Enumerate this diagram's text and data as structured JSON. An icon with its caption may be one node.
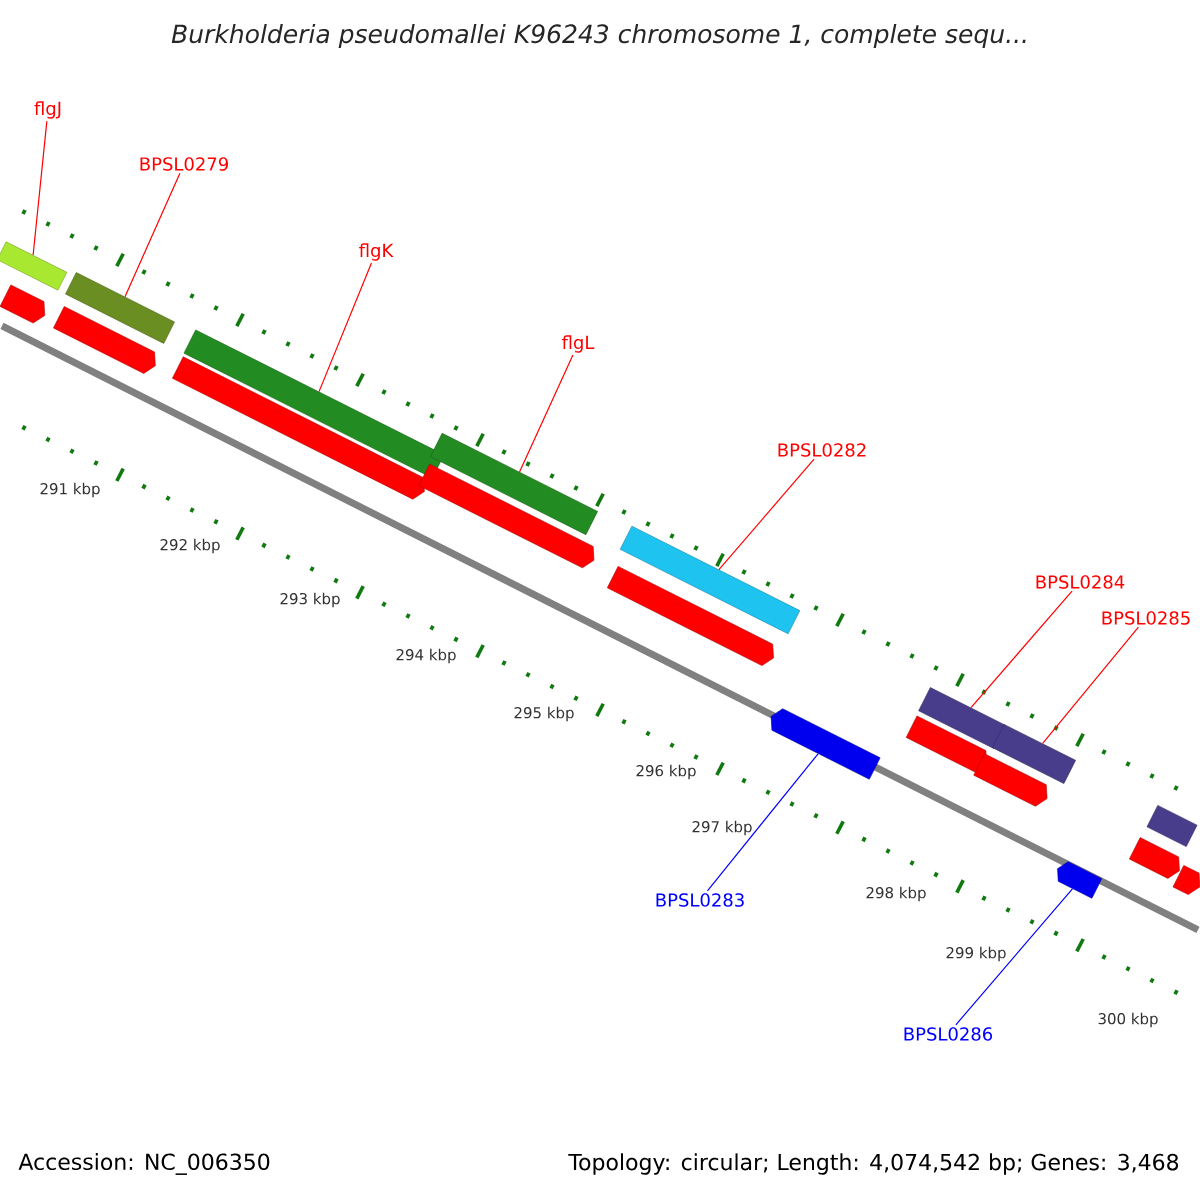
{
  "diagram": {
    "title": "Burkholderia pseudomallei K96243 chromosome 1, complete sequ...",
    "nodes": [
      {
        "text": [
          "flgJ"
        ]
      },
      {
        "text": [],
        "shape": "bar"
      },
      {
        "text": [
          "BPSL0279"
        ]
      },
      {
        "text": [],
        "shape": "bar"
      },
      {
        "text": [
          "flgK"
        ]
      },
      {
        "text": [],
        "shape": "bar"
      },
      {
        "text": [
          "flgL"
        ]
      },
      {
        "text": [],
        "shape": "bar"
      },
      {
        "text": [
          "BPSL0282"
        ]
      },
      {
        "text": [],
        "shape": "bar"
      },
      {
        "text": [
          "BPSL0284"
        ]
      },
      {
        "text": [],
        "shape": "bar"
      },
      {
        "text": [
          "BPSL0285"
        ]
      },
      {
        "text": [],
        "shape": "bar"
      },
      {
        "text": [
          "BPSL0283"
        ]
      },
      {
        "text": [],
        "shape": "arrow"
      },
      {
        "text": [
          "BPSL0286"
        ]
      },
      {
        "text": [],
        "shape": "arrow"
      },
      {
        "text": [],
        "shape": "arrow"
      },
      {
        "text": [],
        "shape": "arrow"
      },
      {
        "text": [],
        "shape": "arrow"
      },
      {
        "text": [],
        "shape": "arrow"
      },
      {
        "text": [],
        "shape": "arrow"
      },
      {
        "text": [],
        "shape": "arrow"
      },
      {
        "text": [],
        "shape": "arrow"
      },
      {
        "text": [],
        "shape": "arrow"
      },
      {
        "text": [],
        "shape": "arrow"
      },
      {
        "text": [],
        "shape": "bar"
      }
    ],
    "edges": [
      {
        "from": 0,
        "to": 1,
        "arrow": "none"
      },
      {
        "from": 2,
        "to": 3,
        "arrow": "none"
      },
      {
        "from": 4,
        "to": 5,
        "arrow": "none"
      },
      {
        "from": 6,
        "to": 7,
        "arrow": "none"
      },
      {
        "from": 8,
        "to": 9,
        "arrow": "none"
      },
      {
        "from": 10,
        "to": 11,
        "arrow": "none"
      },
      {
        "from": 12,
        "to": 13,
        "arrow": "none"
      },
      {
        "from": 14,
        "to": 15,
        "arrow": "none",
        "color": "#0000ff"
      },
      {
        "from": 16,
        "to": 17,
        "arrow": "none",
        "color": "#0000ff"
      }
    ],
    "labels": [
      "291 kbp",
      "292 kbp",
      "293 kbp",
      "294 kbp",
      "295 kbp",
      "296 kbp",
      "297 kbp",
      "298 kbp",
      "299 kbp",
      "300 kbp",
      "Accession: NC_006350",
      "Topology: circular; Length: 4,074,542 bp; Genes: 3,468"
    ]
  }
}
